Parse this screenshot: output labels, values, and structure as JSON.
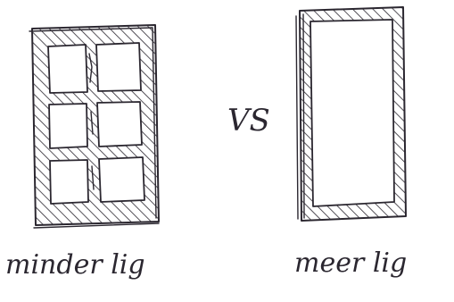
{
  "colors": {
    "ink": "#2b2730",
    "paper": "#ffffff"
  },
  "diagram": {
    "left_figure": {
      "caption": "minder lig",
      "panes": 6
    },
    "separator": "VS",
    "right_figure": {
      "caption": "meer lig",
      "panes": 1
    }
  }
}
